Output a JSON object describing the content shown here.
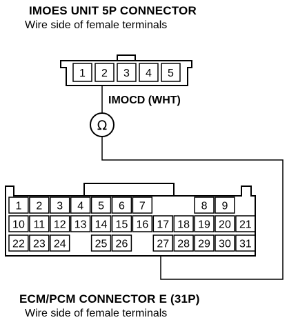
{
  "top_connector": {
    "title": "IMOES UNIT 5P CONNECTOR",
    "subtitle": "Wire side of female terminals",
    "pins": [
      "1",
      "2",
      "3",
      "4",
      "5"
    ]
  },
  "wire_label": "IMOCD (WHT)",
  "meter_symbol": "Ω",
  "bottom_connector": {
    "title": "ECM/PCM CONNECTOR E (31P)",
    "subtitle": "Wire side of female terminals",
    "row1": [
      "1",
      "2",
      "3",
      "4",
      "5",
      "6",
      "7",
      "8",
      "9"
    ],
    "row2": [
      "10",
      "11",
      "12",
      "13",
      "14",
      "15",
      "16",
      "17",
      "18",
      "19",
      "20",
      "21"
    ],
    "row3": [
      "22",
      "23",
      "24",
      "25",
      "26",
      "27",
      "28",
      "29",
      "30",
      "31"
    ]
  }
}
